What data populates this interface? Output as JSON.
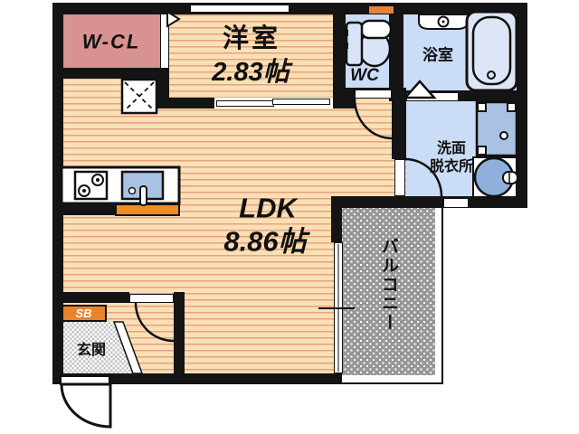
{
  "title": "apartment-floor-plan",
  "rooms": {
    "wcl": {
      "label": "W-CL"
    },
    "western_room": {
      "label": "洋室",
      "size": "2.83帖"
    },
    "wc": {
      "label": "WC"
    },
    "bathroom": {
      "label": "浴室"
    },
    "washroom": {
      "label1": "洗面",
      "label2": "脱衣所"
    },
    "ldk": {
      "label": "LDK",
      "size": "8.86帖"
    },
    "balcony": {
      "label": "バルコニー"
    },
    "entrance": {
      "label": "玄関"
    },
    "shoe_box": {
      "label": "SB"
    }
  },
  "colors": {
    "wall": "#141414",
    "floor_base": "#FBDFB6",
    "floor_stripe": "#E2A47E",
    "wcl_fill": "#D89292",
    "wet_room_fill": "#CBDCF6",
    "fixture_blue": "#A9C2E4",
    "basin_blue": "#8FB0DD",
    "tub_fill": "#DCE6F6",
    "balcony_gray": "#979797",
    "entrance_checker": "#C3C3C3",
    "accent_orange": "#E8832B"
  },
  "fixtures": [
    "refrigerator-space",
    "gas-stove",
    "kitchen-sink",
    "toilet",
    "bathtub",
    "shower-counter",
    "washing-machine-pan",
    "washbasin"
  ]
}
